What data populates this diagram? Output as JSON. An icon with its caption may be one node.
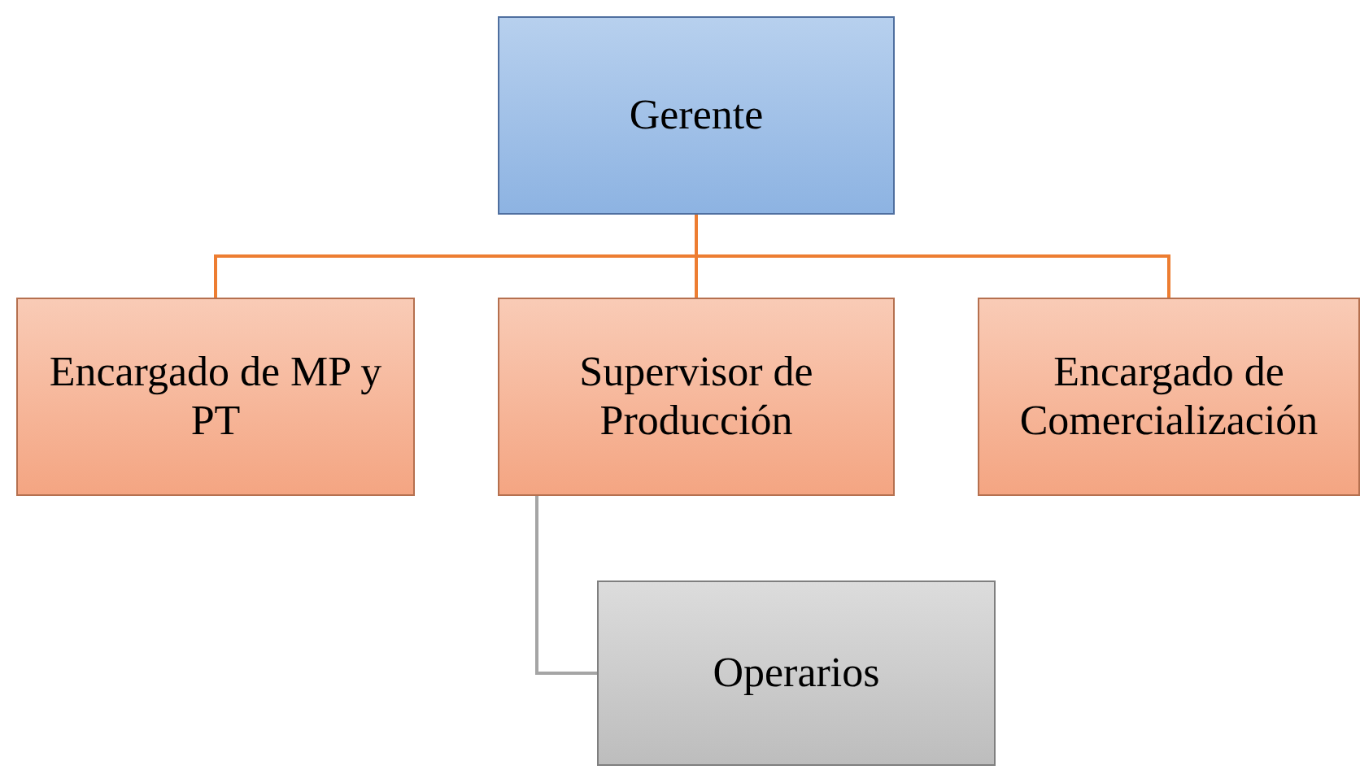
{
  "diagram": {
    "nodes": [
      {
        "text": [
          "Gerente"
        ]
      },
      {
        "text": [
          "Encargado de MP y PT"
        ]
      },
      {
        "text": [
          "Supervisor de Producción"
        ]
      },
      {
        "text": [
          "Encargado de Comercialización"
        ]
      },
      {
        "text": [
          "Operarios"
        ]
      }
    ],
    "edges": [
      {
        "from": 0,
        "to": 1,
        "arrow": "none"
      },
      {
        "from": 0,
        "to": 2,
        "arrow": "none"
      },
      {
        "from": 0,
        "to": 3,
        "arrow": "none"
      },
      {
        "from": 2,
        "to": 4,
        "arrow": "none",
        "color": "#a5a5a5"
      }
    ]
  }
}
